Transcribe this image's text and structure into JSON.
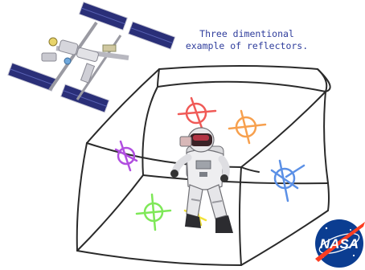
{
  "caption": {
    "line1": "Three dimentional",
    "line2": "example of reflectors."
  },
  "logo": {
    "text": "NASA",
    "colors": {
      "blue": "#0b3d91",
      "red": "#fc3d21"
    }
  },
  "reflectors": [
    {
      "name": "red",
      "color": "#f05a57"
    },
    {
      "name": "orange",
      "color": "#f7a04e"
    },
    {
      "name": "purple",
      "color": "#b14fe0"
    },
    {
      "name": "blue",
      "color": "#5b90e6"
    },
    {
      "name": "green",
      "color": "#7ee858"
    },
    {
      "name": "yellow",
      "color": "#f2e23c"
    }
  ],
  "icons": [
    "space-station-icon",
    "astronaut-icon",
    "nasa-logo-icon"
  ]
}
